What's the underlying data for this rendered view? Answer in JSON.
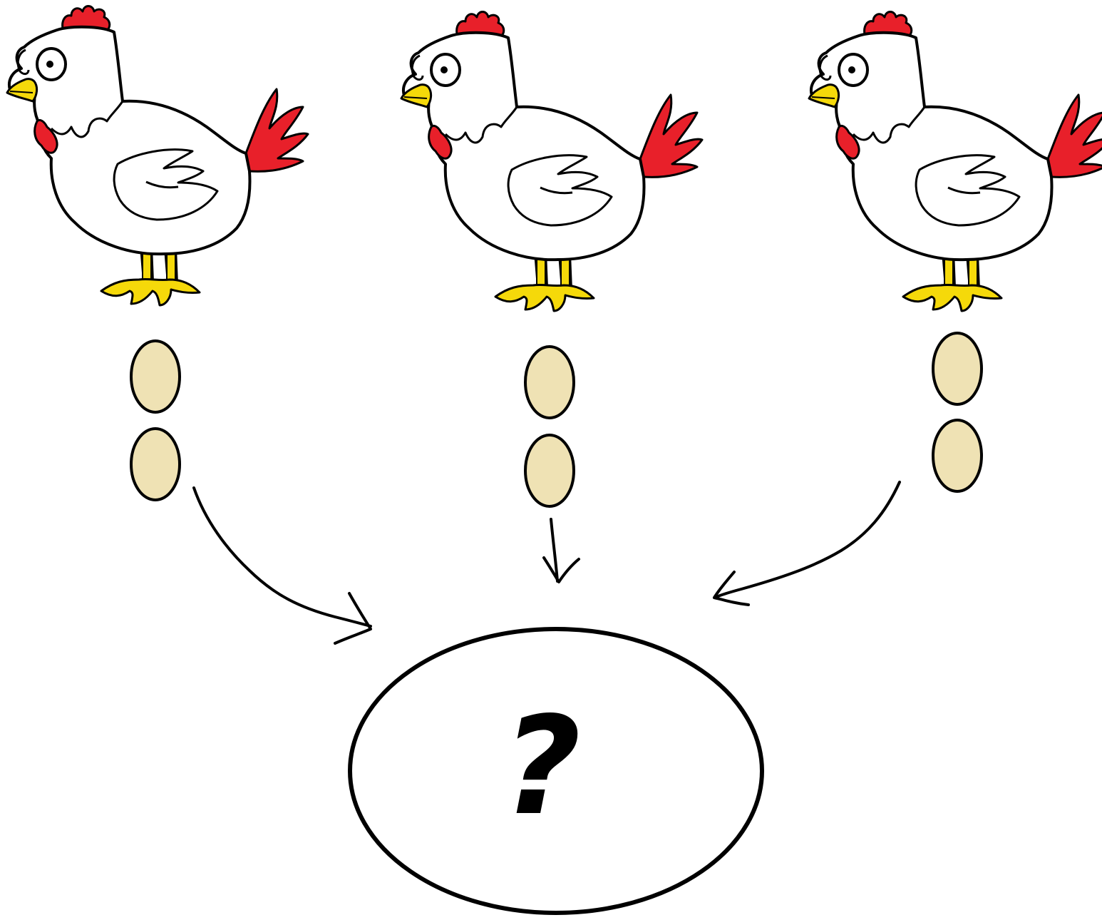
{
  "colors": {
    "background": "#ffffff",
    "outline": "#000000",
    "chicken_body": "#ffffff",
    "comb_wattle_tail": "#e8202a",
    "beak_feet": "#f5d90a",
    "egg_fill": "#efe2b4",
    "egg_outline": "#000000"
  },
  "chickens": [
    {
      "id": "left",
      "eggs": 2
    },
    {
      "id": "center",
      "eggs": 2
    },
    {
      "id": "right",
      "eggs": 2
    }
  ],
  "target": {
    "symbol": "?"
  },
  "icons": {
    "chicken": "chicken-icon",
    "egg": "egg-icon",
    "arrow": "arrow-icon",
    "question": "question-mark-icon"
  }
}
